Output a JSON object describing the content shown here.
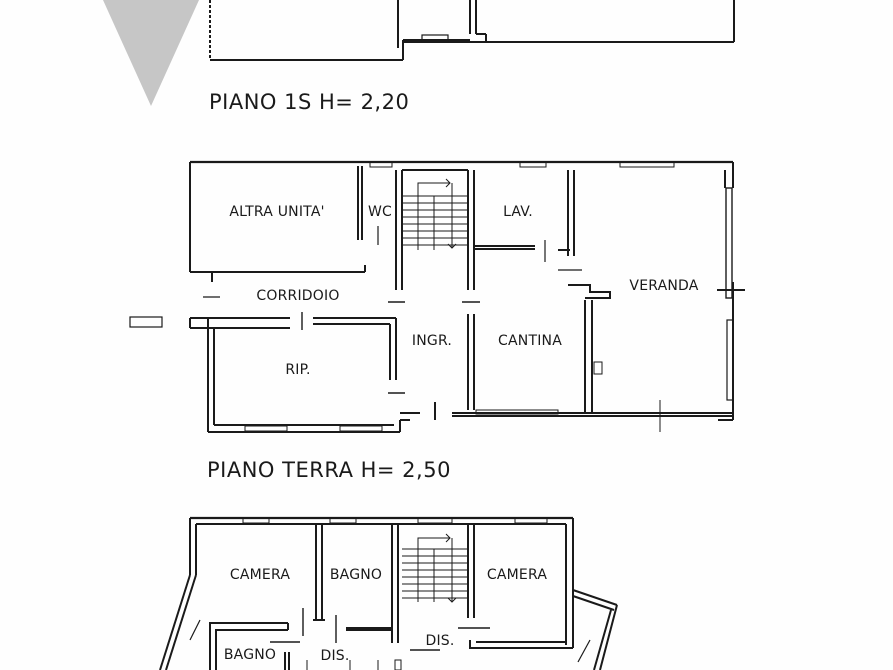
{
  "document": {
    "type": "floor-plan",
    "background_color": "#fefefe",
    "line_color": "#1a1a1a",
    "marker_color": "#c6c6c6"
  },
  "marker": {
    "icon": "north-arrow-triangle-icon"
  },
  "floors": [
    {
      "id": "piano-1s",
      "title": "PIANO 1S H= 2,20",
      "rooms": []
    },
    {
      "id": "piano-terra",
      "title": "PIANO TERRA  H= 2,50",
      "rooms": [
        {
          "label": "ALTRA UNITA'"
        },
        {
          "label": "WC"
        },
        {
          "label": "LAV."
        },
        {
          "label": "VERANDA"
        },
        {
          "label": "CORRIDOIO"
        },
        {
          "label": "INGR."
        },
        {
          "label": "CANTINA"
        },
        {
          "label": "RIP."
        }
      ]
    },
    {
      "id": "piano-primo",
      "title": "",
      "rooms": [
        {
          "label": "CAMERA"
        },
        {
          "label": "BAGNO"
        },
        {
          "label": "CAMERA"
        },
        {
          "label": "DIS."
        },
        {
          "label": "BAGNO"
        },
        {
          "label": "DIS."
        }
      ]
    }
  ]
}
